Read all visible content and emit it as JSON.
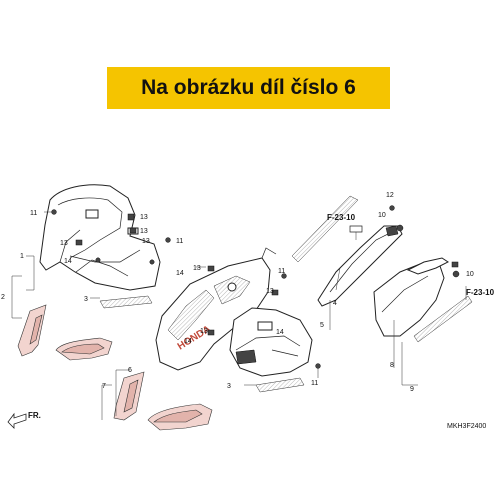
{
  "banner": {
    "text": "Na obrázku díl číslo 6",
    "color": "#f5c400"
  },
  "diagram_code": "MKH3F2400",
  "arrow_label": "FR.",
  "references": [
    "F-23-10",
    "F-23-10"
  ],
  "callouts": {
    "n11a": "11",
    "n13a": "13",
    "n13b": "13",
    "n13c": "13",
    "n13d": "13",
    "n11b": "11",
    "n1": "1",
    "n2": "2",
    "n14a": "14",
    "n3a": "3",
    "n14b": "14",
    "n13e": "13",
    "n11c": "11",
    "n13f": "13",
    "n4": "4",
    "n5": "5",
    "n12": "12",
    "n10a": "10",
    "n10b": "10",
    "n14c": "14",
    "n13g": "13",
    "n8": "8",
    "n9": "9",
    "n6": "6",
    "n7": "7",
    "n3b": "3",
    "n11d": "11",
    "n14d": "14"
  }
}
